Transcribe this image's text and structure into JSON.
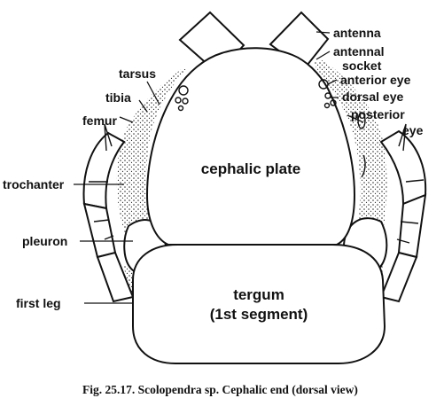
{
  "figure": {
    "caption": "Fig. 25.17. Scolopendra sp. Cephalic end (dorsal view)"
  },
  "labels": {
    "antenna": "antenna",
    "antennal": "antennal",
    "socket": "socket",
    "anterior_eye": "anterior eye",
    "dorsal_eye": "dorsal eye",
    "posterior": "posterior",
    "eye": "eye",
    "tarsus": "tarsus",
    "tibia": "tibia",
    "femur": "femur",
    "trochanter": "trochanter",
    "pleuron": "pleuron",
    "first_leg": "first leg",
    "cephalic_plate": "cephalic plate",
    "tergum": "tergum",
    "first_segment": "(1st segment)"
  }
}
